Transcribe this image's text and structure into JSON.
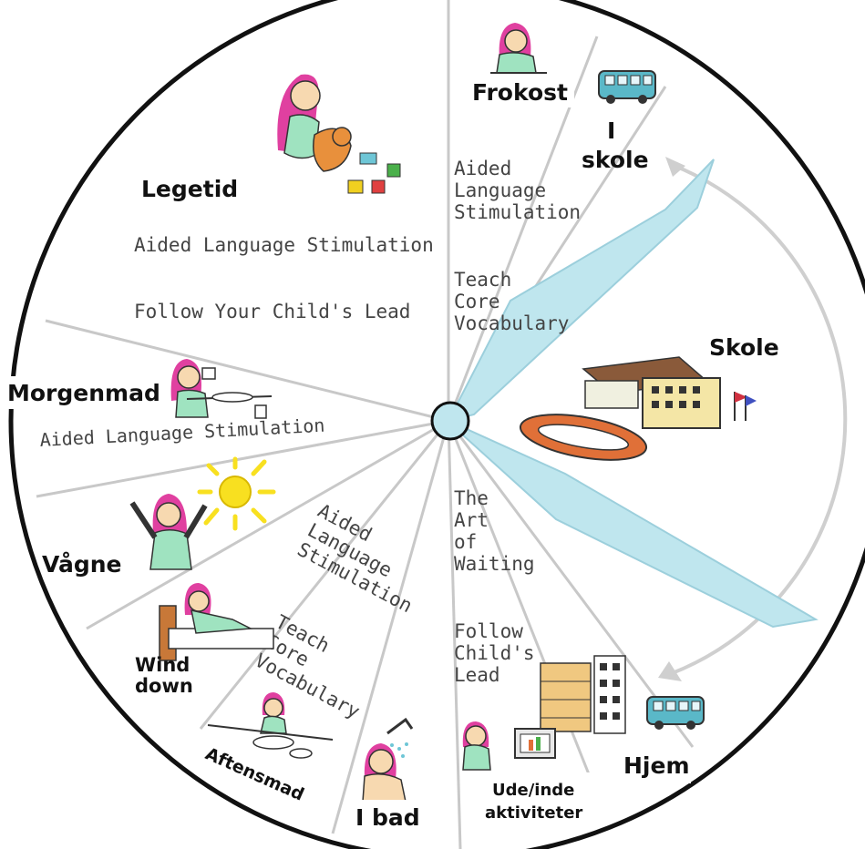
{
  "activities": {
    "frokost": "Frokost",
    "i": "I",
    "skole_small": "skole",
    "skole": "Skole",
    "legetid": "Legetid",
    "morgenmad": "Morgenmad",
    "vagne": "Vågne",
    "wind": "Wind",
    "down": "down",
    "aftensmad": "Aftensmad",
    "i_bad": "I bad",
    "ude_inde": "Ude/inde",
    "aktiviteter": "aktiviteter",
    "hjem": "Hjem"
  },
  "strategies": {
    "als_wide": "Aided Language Stimulation",
    "fyc_lead": "Follow Your Child's Lead",
    "als_frokost": [
      "Aided",
      "Language",
      "Stimulation"
    ],
    "tcv_frokost": [
      "Teach",
      "Core",
      "Vocabulary"
    ],
    "als_morgen": "Aided Language Stimulation",
    "als_ibad": [
      "Aided",
      "Language",
      "Stimulation"
    ],
    "tcv_ibad": [
      "Teach",
      "Core",
      "Vocabulary"
    ],
    "art_waiting": [
      "The",
      "Art",
      "of",
      "Waiting"
    ],
    "follow_lead": [
      "Follow",
      "Child's",
      "Lead"
    ]
  },
  "colors": {
    "hand": "#bfe6ee",
    "hand_stroke": "#9ccfdc",
    "divider": "#c8c8c8",
    "rim": "#111111",
    "arc": "#cfcfcf"
  }
}
